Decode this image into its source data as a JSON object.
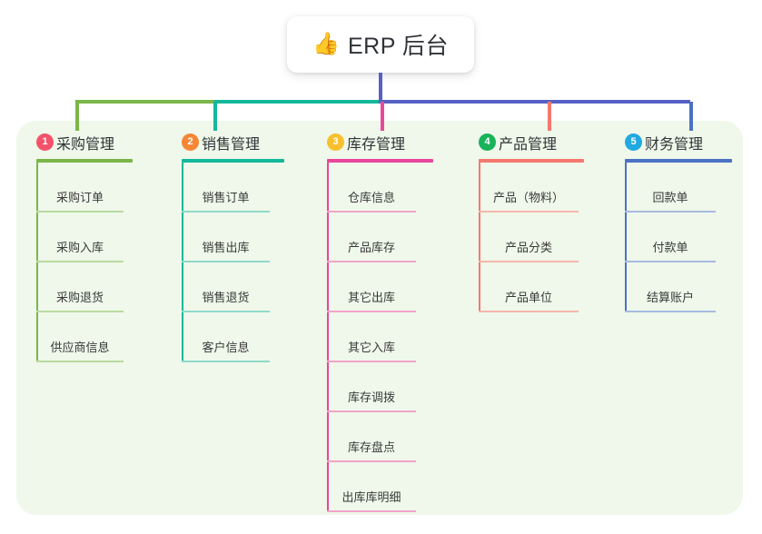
{
  "root": {
    "emoji": "👍",
    "emoji_name": "thumbs-up-emoji",
    "title": "ERP 后台"
  },
  "colors": {
    "panel_bg": "#eff8ea",
    "root_connector": "#5661c4",
    "col1": "#7ab648",
    "col2": "#14b89a",
    "col3": "#e8479b",
    "col4": "#f4786e",
    "col5": "#4a72c4",
    "badge1": "#f4526b",
    "badge2": "#f58634",
    "badge3": "#f7c02e",
    "badge4": "#19b35a",
    "badge5": "#21a9e1",
    "text": "#2f3337"
  },
  "columns": [
    {
      "index": "1",
      "title": "采购管理",
      "badge_color": "#f4526b",
      "line_color": "#7ab648",
      "item_line_color": "#b9daa0",
      "items": [
        {
          "label": "采购订单"
        },
        {
          "label": "采购入库"
        },
        {
          "label": "采购退货"
        },
        {
          "label": "供应商信息"
        }
      ]
    },
    {
      "index": "2",
      "title": "销售管理",
      "badge_color": "#f58634",
      "line_color": "#14b89a",
      "item_line_color": "#8fd9cb",
      "items": [
        {
          "label": "销售订单"
        },
        {
          "label": "销售出库"
        },
        {
          "label": "销售退货"
        },
        {
          "label": "客户信息"
        }
      ]
    },
    {
      "index": "3",
      "title": "库存管理",
      "badge_color": "#f7c02e",
      "line_color": "#e8479b",
      "item_line_color": "#f2a3c9",
      "items": [
        {
          "label": "仓库信息"
        },
        {
          "label": "产品库存"
        },
        {
          "label": "其它出库"
        },
        {
          "label": "其它入库"
        },
        {
          "label": "库存调拨"
        },
        {
          "label": "库存盘点"
        },
        {
          "label": "出库库明细"
        }
      ]
    },
    {
      "index": "4",
      "title": "产品管理",
      "badge_color": "#19b35a",
      "line_color": "#f4786e",
      "item_line_color": "#f8b5ae",
      "items": [
        {
          "label": "产品（物料）"
        },
        {
          "label": "产品分类"
        },
        {
          "label": "产品单位"
        }
      ]
    },
    {
      "index": "5",
      "title": "财务管理",
      "badge_color": "#21a9e1",
      "line_color": "#4a72c4",
      "item_line_color": "#a8bbe4",
      "items": [
        {
          "label": "回款单"
        },
        {
          "label": "付款单"
        },
        {
          "label": "结算账户"
        }
      ]
    }
  ]
}
